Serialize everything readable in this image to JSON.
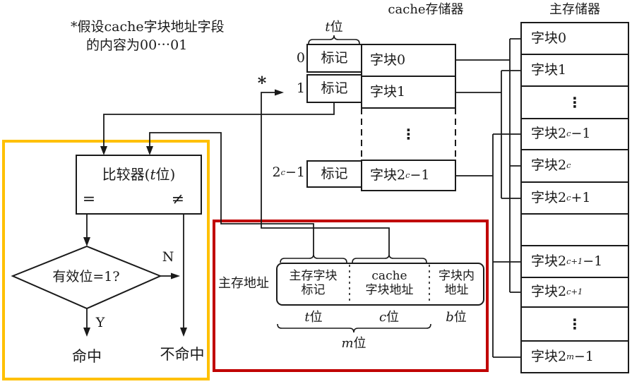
{
  "colors": {
    "line": "#1a1a1a",
    "highlight_red": "#c00000",
    "highlight_yellow": "#ffc000",
    "background": "#ffffff"
  },
  "annotation": {
    "line1": "*假设cache字块地址字段",
    "line2": "的内容为00⋯01"
  },
  "cache": {
    "title": "cache存储器",
    "tag_bits": {
      "it": "t",
      "post": "位"
    },
    "tag_label": "标记",
    "row_pointer_star": "*",
    "rows": [
      {
        "index": "0",
        "block": {
          "pre": "字块0"
        }
      },
      {
        "index": "1",
        "block": {
          "pre": "字块1"
        }
      },
      {
        "dots": "⋮"
      },
      {
        "index": {
          "pre": "2",
          "sup": "c",
          "post": "−1"
        },
        "block": {
          "pre": "字块2",
          "sup": "c",
          "post": "−1"
        }
      }
    ]
  },
  "main_memory": {
    "title": "主存储器",
    "rows": [
      {
        "pre": "字块0"
      },
      {
        "pre": "字块1"
      },
      {
        "dots": "⋮"
      },
      {
        "pre": "字块2",
        "sup": "c",
        "post": "−1"
      },
      {
        "pre": "字块2",
        "sup": "c"
      },
      {
        "pre": "字块2",
        "sup": "c",
        "post": "+1"
      },
      {
        "empty": true
      },
      {
        "pre": "字块2",
        "sup": "c+1",
        "post": "−1"
      },
      {
        "pre": "字块2",
        "sup": "c+1"
      },
      {
        "dots": "⋮"
      },
      {
        "pre": "字块2",
        "sup": "m",
        "post": "−1"
      }
    ]
  },
  "comparator": {
    "label": {
      "pre": "比较器(",
      "it": "t",
      "post": "位)"
    },
    "equal": "=",
    "not_equal": "≠"
  },
  "decision": {
    "question": "有效位=1?",
    "yes": "Y",
    "no": "N",
    "hit": "命中",
    "miss": "不命中"
  },
  "address": {
    "label": "主存地址",
    "fields": [
      {
        "line1": "主存字块",
        "line2": "标记",
        "bits": {
          "it": "t",
          "post": "位"
        }
      },
      {
        "line1": "cache",
        "line2": "字块地址",
        "bits": {
          "it": "c",
          "post": "位"
        }
      },
      {
        "line1": "字块内",
        "line2": "地址",
        "bits": {
          "it": "b",
          "post": "位"
        }
      }
    ],
    "total_bits": {
      "it": "m",
      "post": "位"
    }
  }
}
